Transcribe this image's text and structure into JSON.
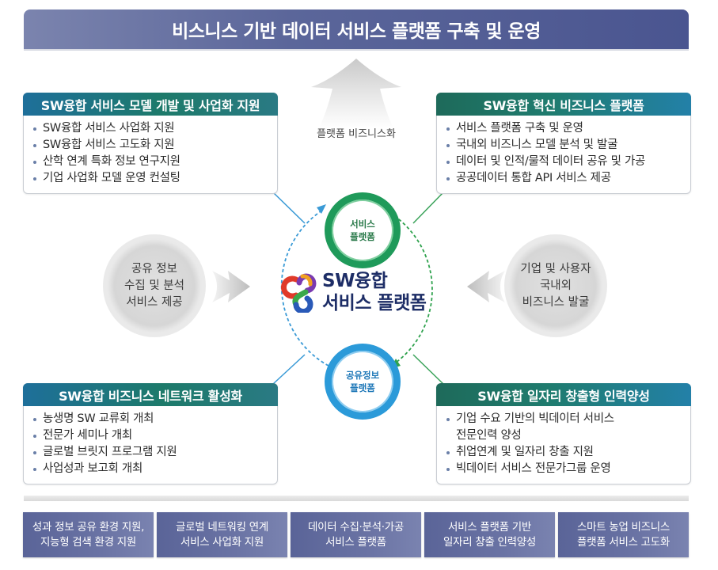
{
  "title": "비스니스 기반 데이터 서비스 플랫폼 구축 및 운영",
  "top_arrow": {
    "label": "플랫폼 비즈니스화"
  },
  "boxes": {
    "top_left": {
      "header": "SW융합 서비스 모델 개발 및 사업화 지원",
      "items": [
        "SW융합 서비스 사업화 지원",
        "SW융합 서비스 고도화 지원",
        "산학 연계 특화 정보 연구지원",
        "기업 사업화 모델 운영 컨설팅"
      ]
    },
    "top_right": {
      "header": "SW융합 혁신 비즈니스 플랫폼",
      "items": [
        "서비스 플랫폼 구축 및 운영",
        "국내외 비즈니스 모델 분석 및 발굴",
        "데이터 및 인적/물적 데이터 공유 및 가공",
        "공공데이터 통합 API 서비스 제공"
      ]
    },
    "bottom_left": {
      "header": "SW융합 비즈니스 네트워크 활성화",
      "items": [
        "농생명 SW 교류회 개최",
        "전문가 세미나 개최",
        "글로벌 브릿지 프로그램 지원",
        "사업성과 보고회 개최"
      ]
    },
    "bottom_right": {
      "header": "SW융합 일자리 창출형 인력양성",
      "items": [
        "기업 수요 기반의 빅데이터 서비스",
        "전문인력 양성",
        "취업연계 및 일자리 창출 지원",
        "빅데이터 서비스 전문가그룹 운영"
      ]
    }
  },
  "side_circles": {
    "left": "공유 정보\n수집 및 분석\n서비스 제공",
    "right": "기업 및 사용자\n국내외\n비즈니스 발굴"
  },
  "center": {
    "logo_line1": "SW융합",
    "logo_line2": "서비스 플랫폼",
    "top_ring": "서비스\n플랫폼",
    "bottom_ring": "공유정보\n플랫폼"
  },
  "bottom_bar": [
    "성과 정보 공유 환경 지원,\n지능형 검색 환경 지원",
    "글로벌 네트워킹 연계\n서비스 사업화 지원",
    "데이터 수집·분석·가공\n서비스 플랫폼",
    "서비스 플랫폼 기반\n일자리 창출 인력양성",
    "스마트 농업 비즈니스\n플랫폼 서비스 고도화"
  ],
  "colors": {
    "title_bar": "#5b669a",
    "header_teal": "#1f7c6f",
    "ring_green": "#1f9a5a",
    "ring_blue": "#2b9ad9",
    "logo_text": "#1d2d66",
    "bottom_box": "#6a73a4"
  }
}
